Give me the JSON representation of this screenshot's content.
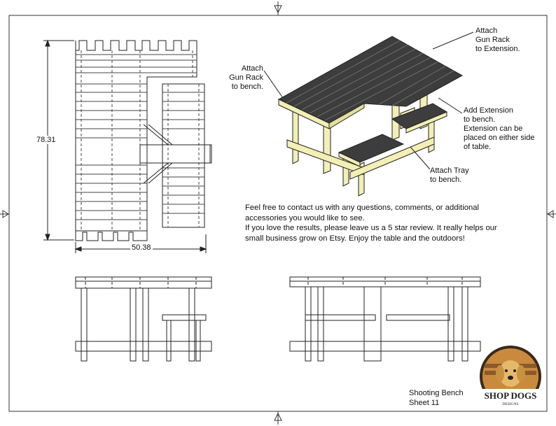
{
  "dimensions": {
    "height": "78.31",
    "width": "50.38"
  },
  "callouts": {
    "gun_rack_extension": "Attach\nGun Rack\nto Extension.",
    "gun_rack_bench": "Attach\nGun Rack\nto bench.",
    "add_extension": "Add Extension\nto bench.\nExtension can be\nplaced on either side\nof table.",
    "attach_tray": "Attach Tray\nto bench."
  },
  "message": [
    "Feel free to contact us with any questions, comments, or additional",
    "accessories you would like to see.",
    "If you love the results, please leave us a 5 star review. It really helps our",
    "small business grow on Etsy. Enjoy the table and the outdoors!"
  ],
  "title_block": {
    "name": "Shooting Bench",
    "sheet": "Sheet 11"
  },
  "logo": {
    "brand": "SHOP DOGS",
    "sub": "DESIGNS",
    "icon": "dog-logo-icon"
  },
  "colors": {
    "lumber": "#f3efb5",
    "deck": "#3d3d3d",
    "line": "#222222"
  }
}
